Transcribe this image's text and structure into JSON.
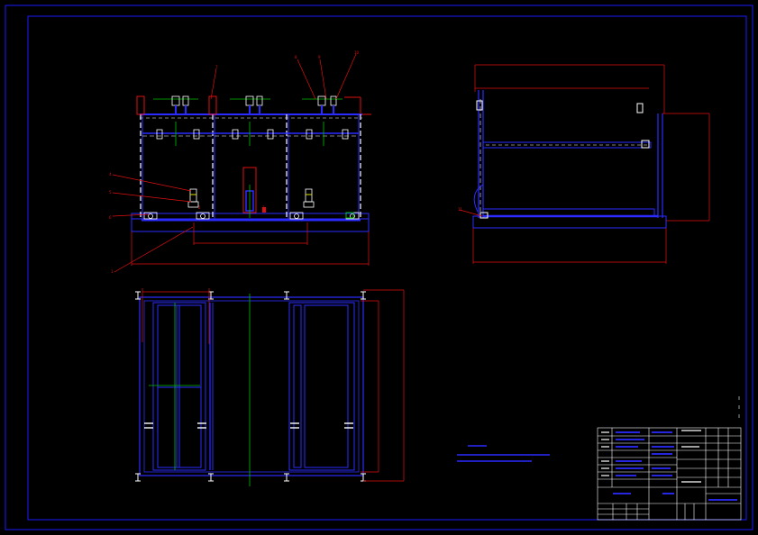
{
  "colors": {
    "background": "#000000",
    "frame": "#1a1aff",
    "geometry": "#2b2bff",
    "dimension": "#e01010",
    "centerline": "#00c000",
    "detail": "#ffffff",
    "title_block": "#ffffff",
    "yellow": "#e0e000"
  },
  "balloons": {
    "front": [
      "7",
      "8",
      "9",
      "10",
      "4",
      "5",
      "6",
      "3",
      "2",
      "1"
    ],
    "side": [
      "11"
    ]
  },
  "title_block": {
    "drawing_name": "",
    "scale": ""
  }
}
